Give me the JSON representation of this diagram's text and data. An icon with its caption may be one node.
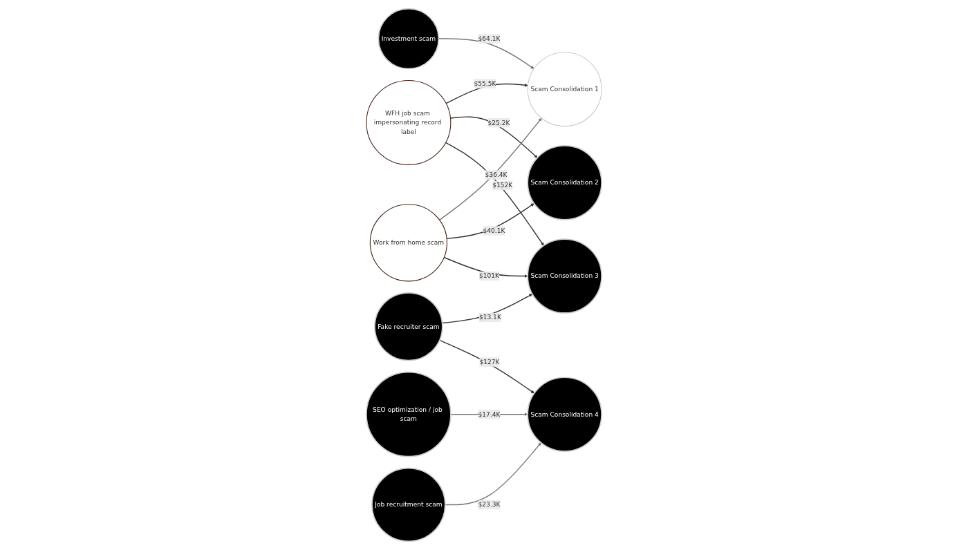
{
  "diagram": {
    "nodes": [
      {
        "text": [
          "WFH job scam impersonating record label"
        ]
      },
      {
        "text": [
          "Scam Consolidation 1"
        ]
      },
      {
        "text": [
          "Investment scam"
        ]
      },
      {
        "text": [
          "Scam Consolidation 2"
        ]
      },
      {
        "text": [
          "Fake recruiter scam"
        ]
      },
      {
        "text": [
          "Scam Consolidation 3"
        ]
      },
      {
        "text": [
          "Work from home scam"
        ]
      },
      {
        "text": [
          "SEO optimization / job scam"
        ]
      },
      {
        "text": [
          "Scam Consolidation 4"
        ]
      },
      {
        "text": [
          "Job recruitment scam"
        ]
      }
    ],
    "edges": [
      {
        "from": 0,
        "to": 1,
        "arrow": "to",
        "label": "$55.5K"
      },
      {
        "from": 2,
        "to": 1,
        "arrow": "to",
        "label": "$64.1K",
        "color": "#777777"
      },
      {
        "from": 0,
        "to": 3,
        "arrow": "to",
        "label": "$25.2K"
      },
      {
        "from": 0,
        "to": 5,
        "arrow": "to",
        "label": "$152K"
      },
      {
        "from": 6,
        "to": 1,
        "arrow": "to",
        "label": "$36.4K",
        "color": "#777777"
      },
      {
        "from": 6,
        "to": 3,
        "arrow": "to",
        "label": "$40.1K"
      },
      {
        "from": 4,
        "to": 5,
        "arrow": "to",
        "label": "$13.1K"
      },
      {
        "from": 6,
        "to": 5,
        "arrow": "to",
        "label": "$101K"
      },
      {
        "from": 4,
        "to": 8,
        "arrow": "to",
        "label": "$127K"
      },
      {
        "from": 7,
        "to": 8,
        "arrow": "to",
        "label": "$17.4K",
        "color": "#777777"
      },
      {
        "from": 9,
        "to": 8,
        "arrow": "to",
        "label": "$23.3K",
        "color": "#777777"
      }
    ]
  }
}
